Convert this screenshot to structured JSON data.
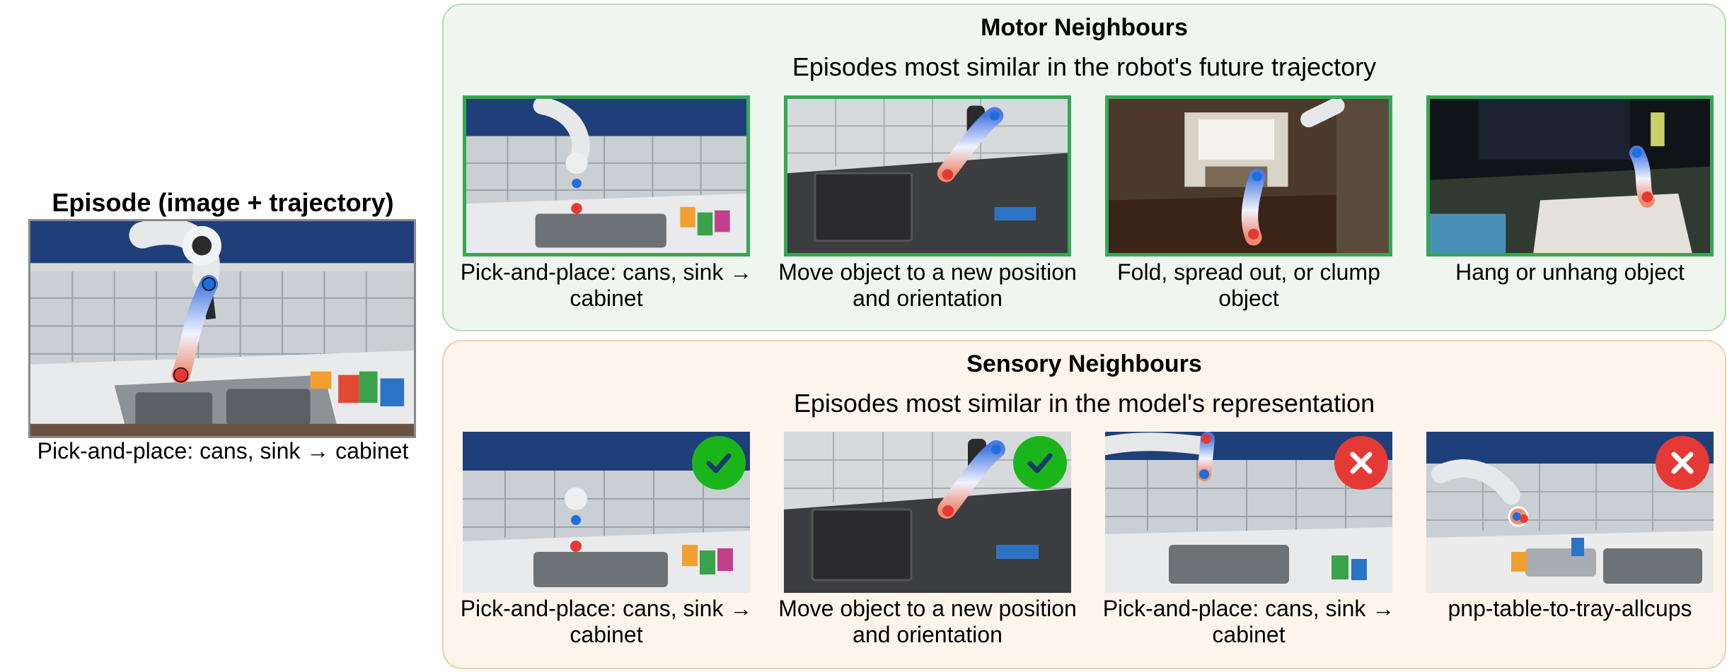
{
  "query": {
    "title": "Episode (image + trajectory)",
    "caption": "Pick-and-place: cans, sink → cabinet"
  },
  "motor": {
    "title": "Motor Neighbours",
    "subtitle": "Episodes most similar in the robot's future trajectory",
    "items": [
      {
        "caption": "Pick-and-place: cans, sink → cabinet",
        "scene": "kitchen-cans"
      },
      {
        "caption": "Move object to a new position and orientation",
        "scene": "kitchen-dishrack"
      },
      {
        "caption": "Fold, spread out, or clump object",
        "scene": "living-room"
      },
      {
        "caption": "Hang or unhang object",
        "scene": "dark-sink"
      }
    ]
  },
  "sensory": {
    "title": "Sensory Neighbours",
    "subtitle": "Episodes most similar in the model's representation",
    "items": [
      {
        "caption": "Pick-and-place: cans, sink → cabinet",
        "scene": "kitchen-cans",
        "verdict": "correct"
      },
      {
        "caption": "Move object to a new position and orientation",
        "scene": "kitchen-dishrack",
        "verdict": "correct"
      },
      {
        "caption": "Pick-and-place: cans, sink → cabinet",
        "scene": "kitchen-cans-alt",
        "verdict": "incorrect"
      },
      {
        "caption": "pnp-table-to-tray-allcups",
        "scene": "kitchen-cups-tray",
        "verdict": "incorrect"
      }
    ]
  },
  "colors": {
    "motor_border": "#35a853",
    "correct": "#1bb51b",
    "incorrect": "#e53935",
    "trajectory_start": "#e53935",
    "trajectory_end": "#1e6fd9"
  },
  "icons": {
    "correct": "checkmark-icon",
    "incorrect": "cross-icon"
  }
}
